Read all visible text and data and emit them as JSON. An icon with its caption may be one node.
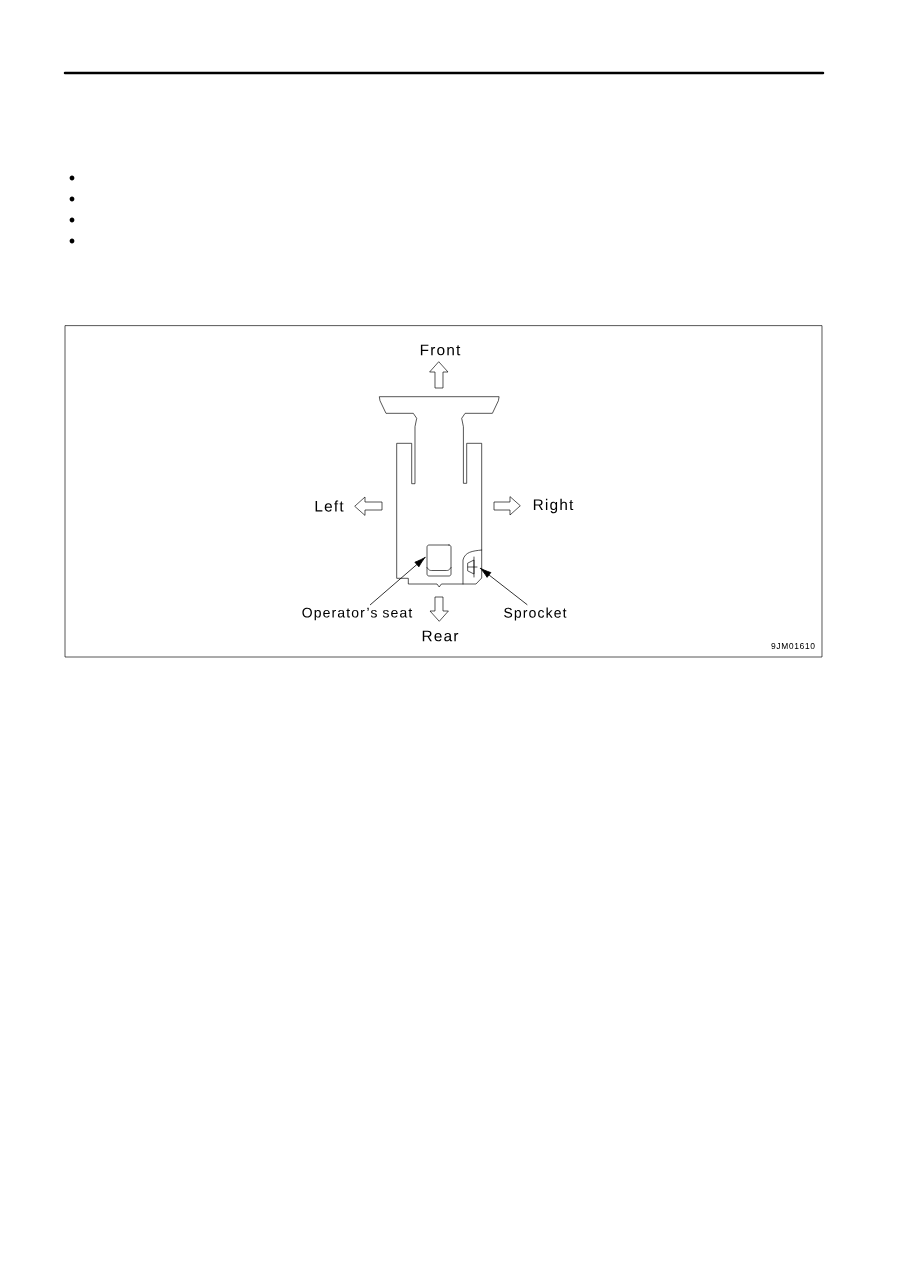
{
  "diagram": {
    "nodes": [
      {
        "text": [
          "Operator’s seat"
        ]
      },
      {
        "text": [],
        "shape": "box"
      },
      {
        "text": [
          "Sprocket"
        ]
      },
      {
        "text": [],
        "shape": "picture"
      }
    ],
    "edges": [
      {
        "from": 0,
        "to": 1,
        "arrow": "to"
      },
      {
        "from": 2,
        "to": 3,
        "arrow": "to"
      }
    ],
    "labels": [
      "Front",
      "Left",
      "Right",
      "Rear",
      "9JM01610"
    ]
  }
}
